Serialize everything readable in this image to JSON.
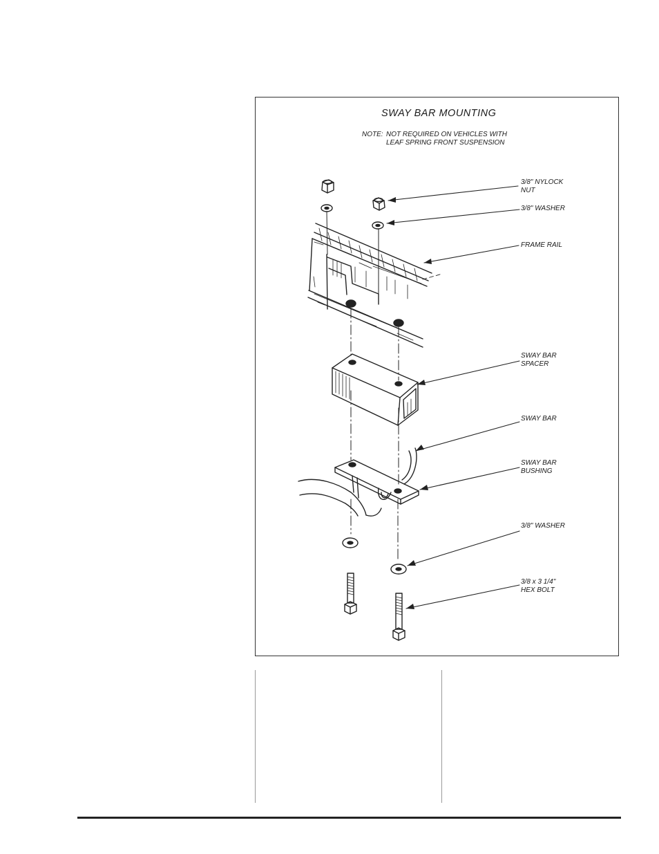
{
  "diagram": {
    "title": "SWAY BAR MOUNTING",
    "note": {
      "label": "NOTE:",
      "line1": "NOT REQUIRED ON VEHICLES WITH",
      "line2": "LEAF SPRING FRONT SUSPENSION"
    },
    "labels": {
      "nylock_nut": [
        "3/8\" NYLOCK",
        "NUT"
      ],
      "washer_top": "3/8\" WASHER",
      "frame_rail": "FRAME RAIL",
      "spacer": [
        "SWAY BAR",
        "SPACER"
      ],
      "sway_bar": "SWAY BAR",
      "bushing": [
        "SWAY BAR",
        "BUSHING"
      ],
      "washer_bottom": "3/8\" WASHER",
      "hex_bolt": [
        "3/8 x 3 1/4\"",
        "HEX BOLT"
      ]
    }
  }
}
